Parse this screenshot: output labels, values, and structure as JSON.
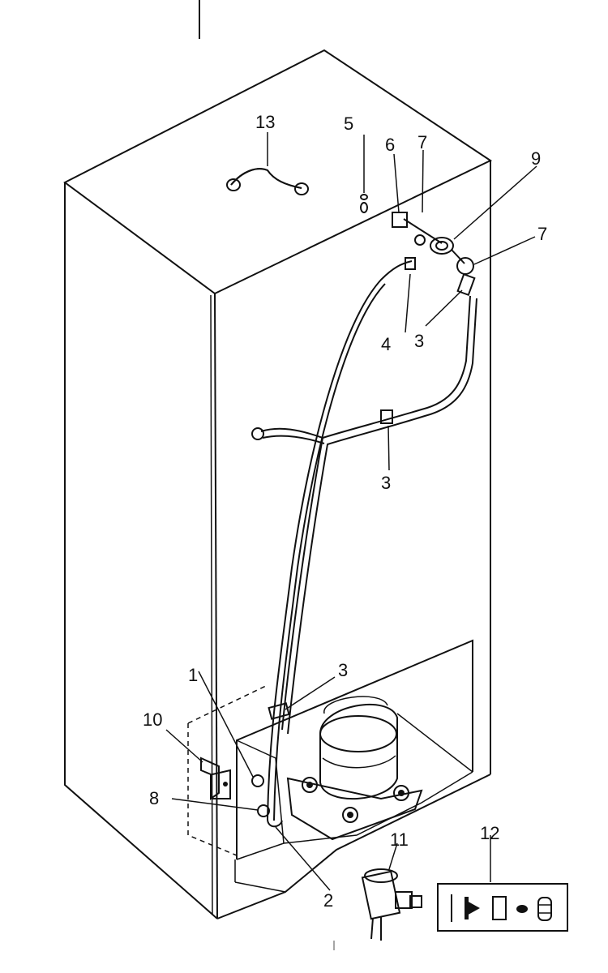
{
  "labels": {
    "l1": "1",
    "l2": "2",
    "l3a": "3",
    "l3b": "3",
    "l3c": "3",
    "l4": "4",
    "l5": "5",
    "l6": "6",
    "l7a": "7",
    "l7b": "7",
    "l8": "8",
    "l9": "9",
    "l10": "10",
    "l11": "11",
    "l12": "12",
    "l13": "13"
  }
}
